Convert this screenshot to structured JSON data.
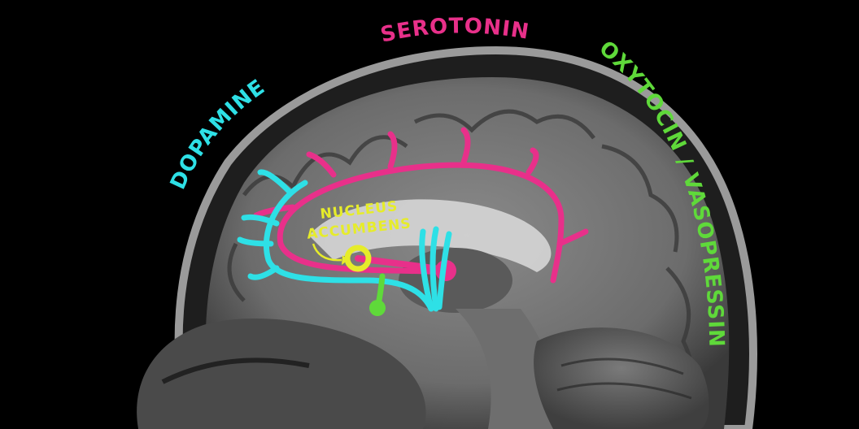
{
  "labels": {
    "dopamine": "DOPAMINE",
    "serotonin": "SEROTONIN",
    "oxytocin_vasopressin": "OXYTOCIN / VASOPRESSIN",
    "nucleus_line1": "NUCLEUS",
    "nucleus_line2": "ACCUMBENS"
  },
  "colors": {
    "dopamine": "#2ee0e6",
    "serotonin": "#e8308a",
    "oxytocin": "#5fd93a",
    "nucleus": "#e6ec2a",
    "background": "#000000"
  }
}
